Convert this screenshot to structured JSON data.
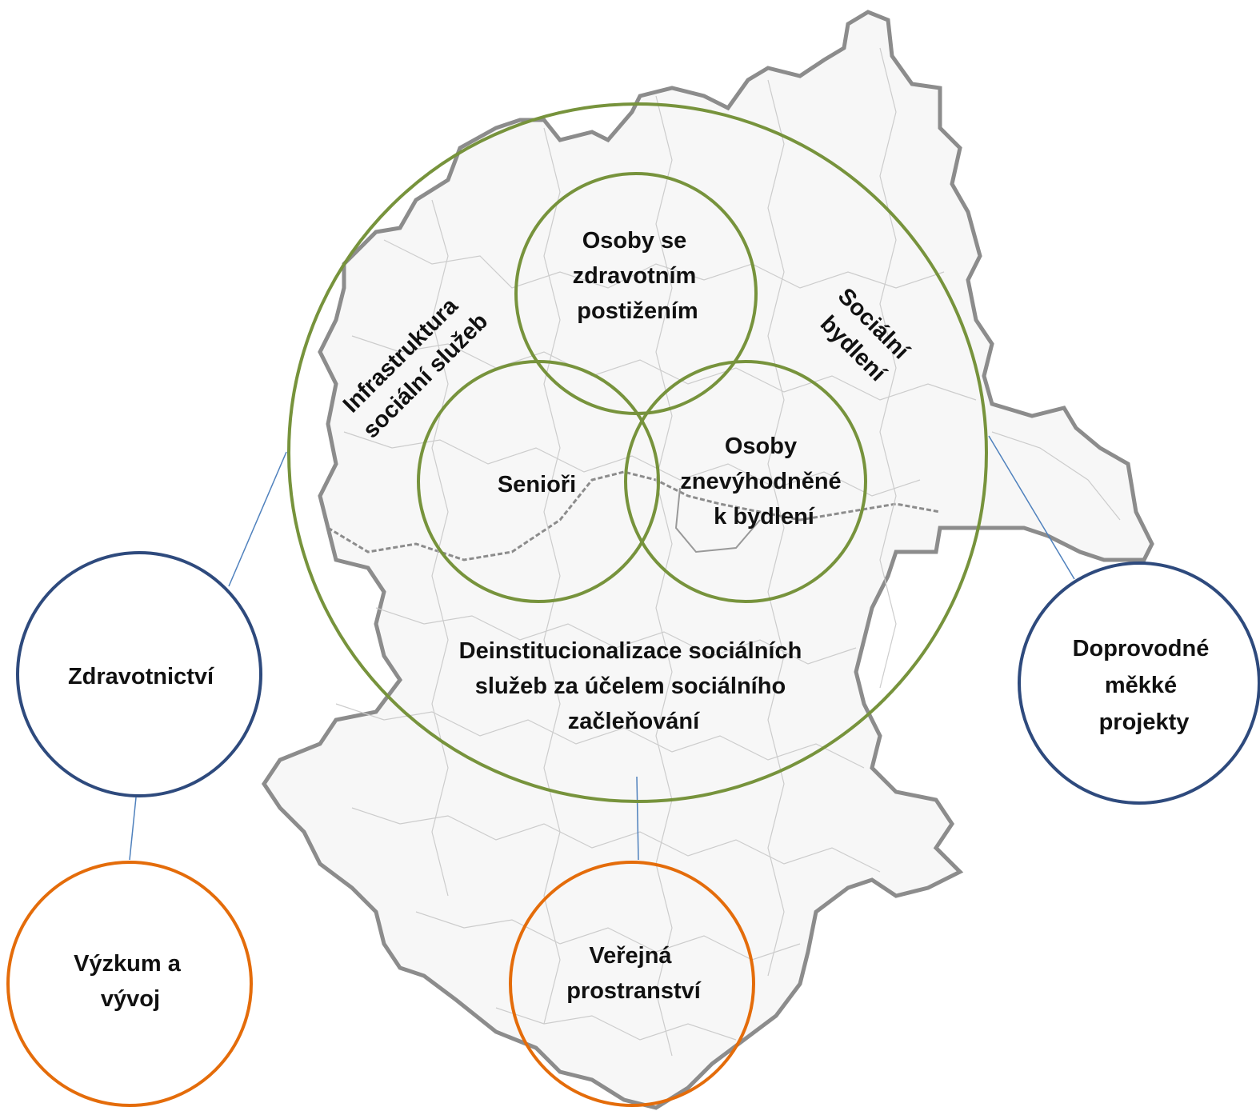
{
  "colors": {
    "green": "#77933c",
    "blue": "#2e4a7d",
    "orange": "#e46c0a",
    "connector": "#4f81bd",
    "map_border": "#8c8c8c",
    "map_inner": "#cccccc"
  },
  "map": {
    "background": "municipal map (gray outline)"
  },
  "labels": {
    "disability": [
      "Osoby se",
      "zdravotním",
      "postižením"
    ],
    "seniors": [
      "Senioři"
    ],
    "housing_disadvantaged": [
      "Osoby",
      "znevýhodněné",
      "k bydlení"
    ],
    "infrastructure": [
      "Infrastruktura",
      "sociální služeb"
    ],
    "social_housing": [
      "Sociální",
      "bydlení"
    ],
    "deinstitutionalization": [
      "Deinstitucionalizace sociálních",
      "služeb za účelem sociálního",
      "začleňování"
    ],
    "healthcare": [
      "Zdravotnictví"
    ],
    "research": [
      "Výzkum a",
      "vývoj"
    ],
    "soft_projects": [
      "Doprovodné",
      "měkké",
      "projekty"
    ],
    "public_spaces": [
      "Veřejná",
      "prostranství"
    ]
  }
}
